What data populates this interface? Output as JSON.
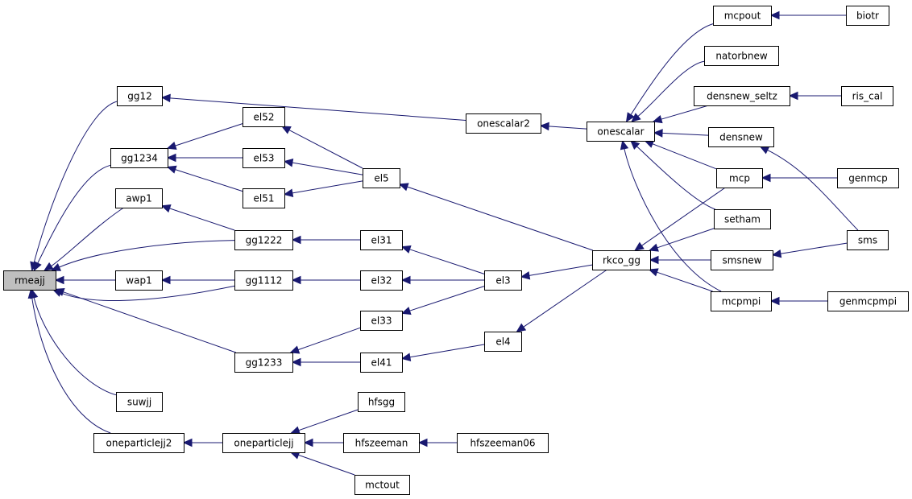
{
  "graph": {
    "edge_color": "#191970",
    "root_fill": "#bfbfbf",
    "nodes": {
      "rmeajj": "rmeajj",
      "gg12": "gg12",
      "gg1234": "gg1234",
      "awp1": "awp1",
      "wap1": "wap1",
      "suwjj": "suwjj",
      "oneparticlejj2": "oneparticlejj2",
      "gg1222": "gg1222",
      "gg1112": "gg1112",
      "gg1233": "gg1233",
      "oneparticlejj": "oneparticlejj",
      "el52": "el52",
      "el53": "el53",
      "el51": "el51",
      "el31": "el31",
      "el32": "el32",
      "el33": "el33",
      "el41": "el41",
      "hfsgg": "hfsgg",
      "hfszeeman": "hfszeeman",
      "mctout": "mctout",
      "hfszeeman06": "hfszeeman06",
      "el5": "el5",
      "el3": "el3",
      "el4": "el4",
      "onescalar2": "onescalar2",
      "onescalar": "onescalar",
      "rkco_gg": "rkco_gg",
      "mcpout": "mcpout",
      "natorbnew": "natorbnew",
      "densnew_seltz": "densnew_seltz",
      "densnew": "densnew",
      "mcp": "mcp",
      "setham": "setham",
      "smsnew": "smsnew",
      "mcpmpi": "mcpmpi",
      "biotr": "biotr",
      "ris_cal": "ris_cal",
      "genmcp": "genmcp",
      "sms": "sms",
      "genmcpmpi": "genmcpmpi"
    },
    "edges": [
      [
        "gg12",
        "rmeajj"
      ],
      [
        "gg1234",
        "rmeajj"
      ],
      [
        "awp1",
        "rmeajj"
      ],
      [
        "wap1",
        "rmeajj"
      ],
      [
        "suwjj",
        "rmeajj"
      ],
      [
        "oneparticlejj2",
        "rmeajj"
      ],
      [
        "gg1222",
        "rmeajj"
      ],
      [
        "gg1112",
        "rmeajj"
      ],
      [
        "gg1233",
        "rmeajj"
      ],
      [
        "onescalar2",
        "gg12"
      ],
      [
        "el52",
        "gg1234"
      ],
      [
        "el53",
        "gg1234"
      ],
      [
        "el51",
        "gg1234"
      ],
      [
        "gg1222",
        "awp1"
      ],
      [
        "gg1112",
        "wap1"
      ],
      [
        "oneparticlejj",
        "oneparticlejj2"
      ],
      [
        "el31",
        "gg1222"
      ],
      [
        "el32",
        "gg1112"
      ],
      [
        "el33",
        "gg1233"
      ],
      [
        "el41",
        "gg1233"
      ],
      [
        "hfsgg",
        "oneparticlejj"
      ],
      [
        "hfszeeman",
        "oneparticlejj"
      ],
      [
        "mctout",
        "oneparticlejj"
      ],
      [
        "hfszeeman06",
        "hfszeeman"
      ],
      [
        "el5",
        "el52"
      ],
      [
        "el5",
        "el53"
      ],
      [
        "el5",
        "el51"
      ],
      [
        "el3",
        "el31"
      ],
      [
        "el3",
        "el32"
      ],
      [
        "el3",
        "el33"
      ],
      [
        "el4",
        "el41"
      ],
      [
        "onescalar",
        "onescalar2"
      ],
      [
        "rkco_gg",
        "el5"
      ],
      [
        "rkco_gg",
        "el3"
      ],
      [
        "rkco_gg",
        "el4"
      ],
      [
        "mcpout",
        "onescalar"
      ],
      [
        "natorbnew",
        "onescalar"
      ],
      [
        "densnew_seltz",
        "onescalar"
      ],
      [
        "densnew",
        "onescalar"
      ],
      [
        "mcp",
        "onescalar"
      ],
      [
        "setham",
        "onescalar"
      ],
      [
        "mcpmpi",
        "onescalar"
      ],
      [
        "mcp",
        "rkco_gg"
      ],
      [
        "setham",
        "rkco_gg"
      ],
      [
        "smsnew",
        "rkco_gg"
      ],
      [
        "mcpmpi",
        "rkco_gg"
      ],
      [
        "biotr",
        "mcpout"
      ],
      [
        "ris_cal",
        "densnew_seltz"
      ],
      [
        "sms",
        "densnew"
      ],
      [
        "genmcp",
        "mcp"
      ],
      [
        "sms",
        "smsnew"
      ],
      [
        "genmcpmpi",
        "mcpmpi"
      ]
    ]
  }
}
